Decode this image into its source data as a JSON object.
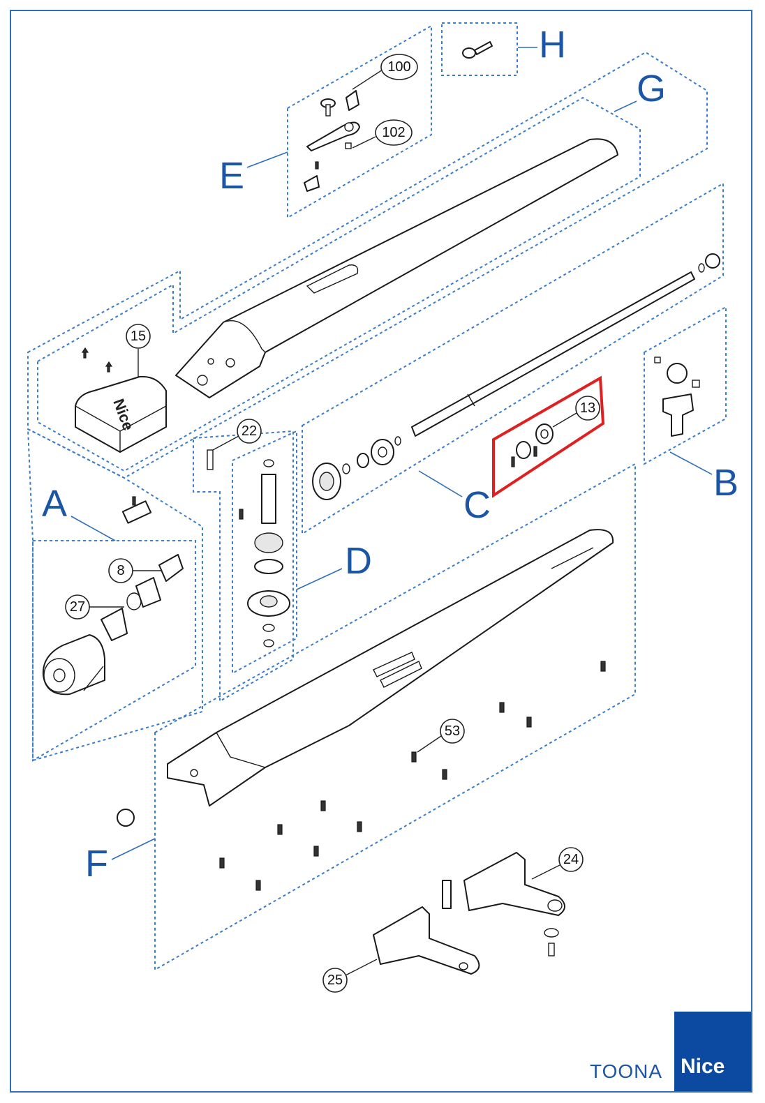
{
  "groups": [
    {
      "id": "A",
      "label": "A"
    },
    {
      "id": "B",
      "label": "B"
    },
    {
      "id": "C",
      "label": "C"
    },
    {
      "id": "D",
      "label": "D"
    },
    {
      "id": "E",
      "label": "E"
    },
    {
      "id": "F",
      "label": "F"
    },
    {
      "id": "G",
      "label": "G"
    },
    {
      "id": "H",
      "label": "H"
    }
  ],
  "callouts": [
    "100",
    "102",
    "15",
    "13",
    "22",
    "8",
    "27",
    "53",
    "24",
    "25"
  ],
  "highlight": {
    "callout": "13",
    "color": "#e02020"
  },
  "branding": {
    "product": "TOONA",
    "brand": "Nice",
    "brand_color": "#0b4aa0"
  },
  "colors": {
    "dashed_border": "#3a7cc8",
    "label_blue": "#1b56a6",
    "frame": "#2f6fb8"
  }
}
